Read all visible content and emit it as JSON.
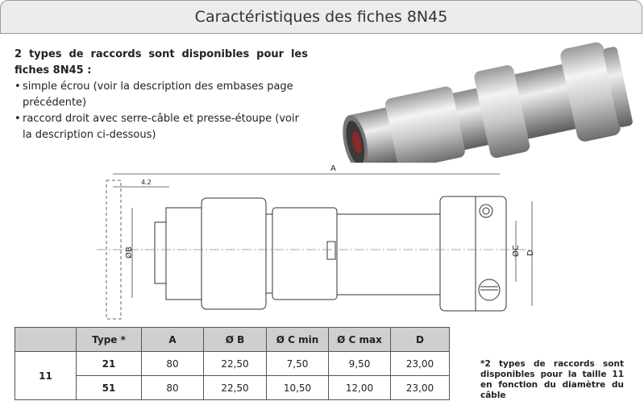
{
  "title": "Caractéristiques des fiches 8N45",
  "intro": {
    "heading": "2 types de raccords sont disponibles pour les fiches 8N45 :",
    "bullets": [
      "simple écrou (voir la description des embases page précédente)",
      "raccord droit avec serre-câble et presse-étoupe (voir la description ci-dessous)"
    ]
  },
  "drawing": {
    "dim_a": "A",
    "dim_offset": "4.2",
    "dim_b": "ØB",
    "dim_c": "ØC",
    "dim_d": "D"
  },
  "table": {
    "headers": [
      "Type *",
      "A",
      "Ø B",
      "Ø C min",
      "Ø C max",
      "D"
    ],
    "size": "11",
    "rows": [
      [
        "21",
        "80",
        "22,50",
        "7,50",
        "9,50",
        "23,00"
      ],
      [
        "51",
        "80",
        "22,50",
        "10,50",
        "12,00",
        "23,00"
      ]
    ]
  },
  "footnote": "*2 types de raccords sont disponibles pour la taille 11 en fonction du diamètre du câble"
}
